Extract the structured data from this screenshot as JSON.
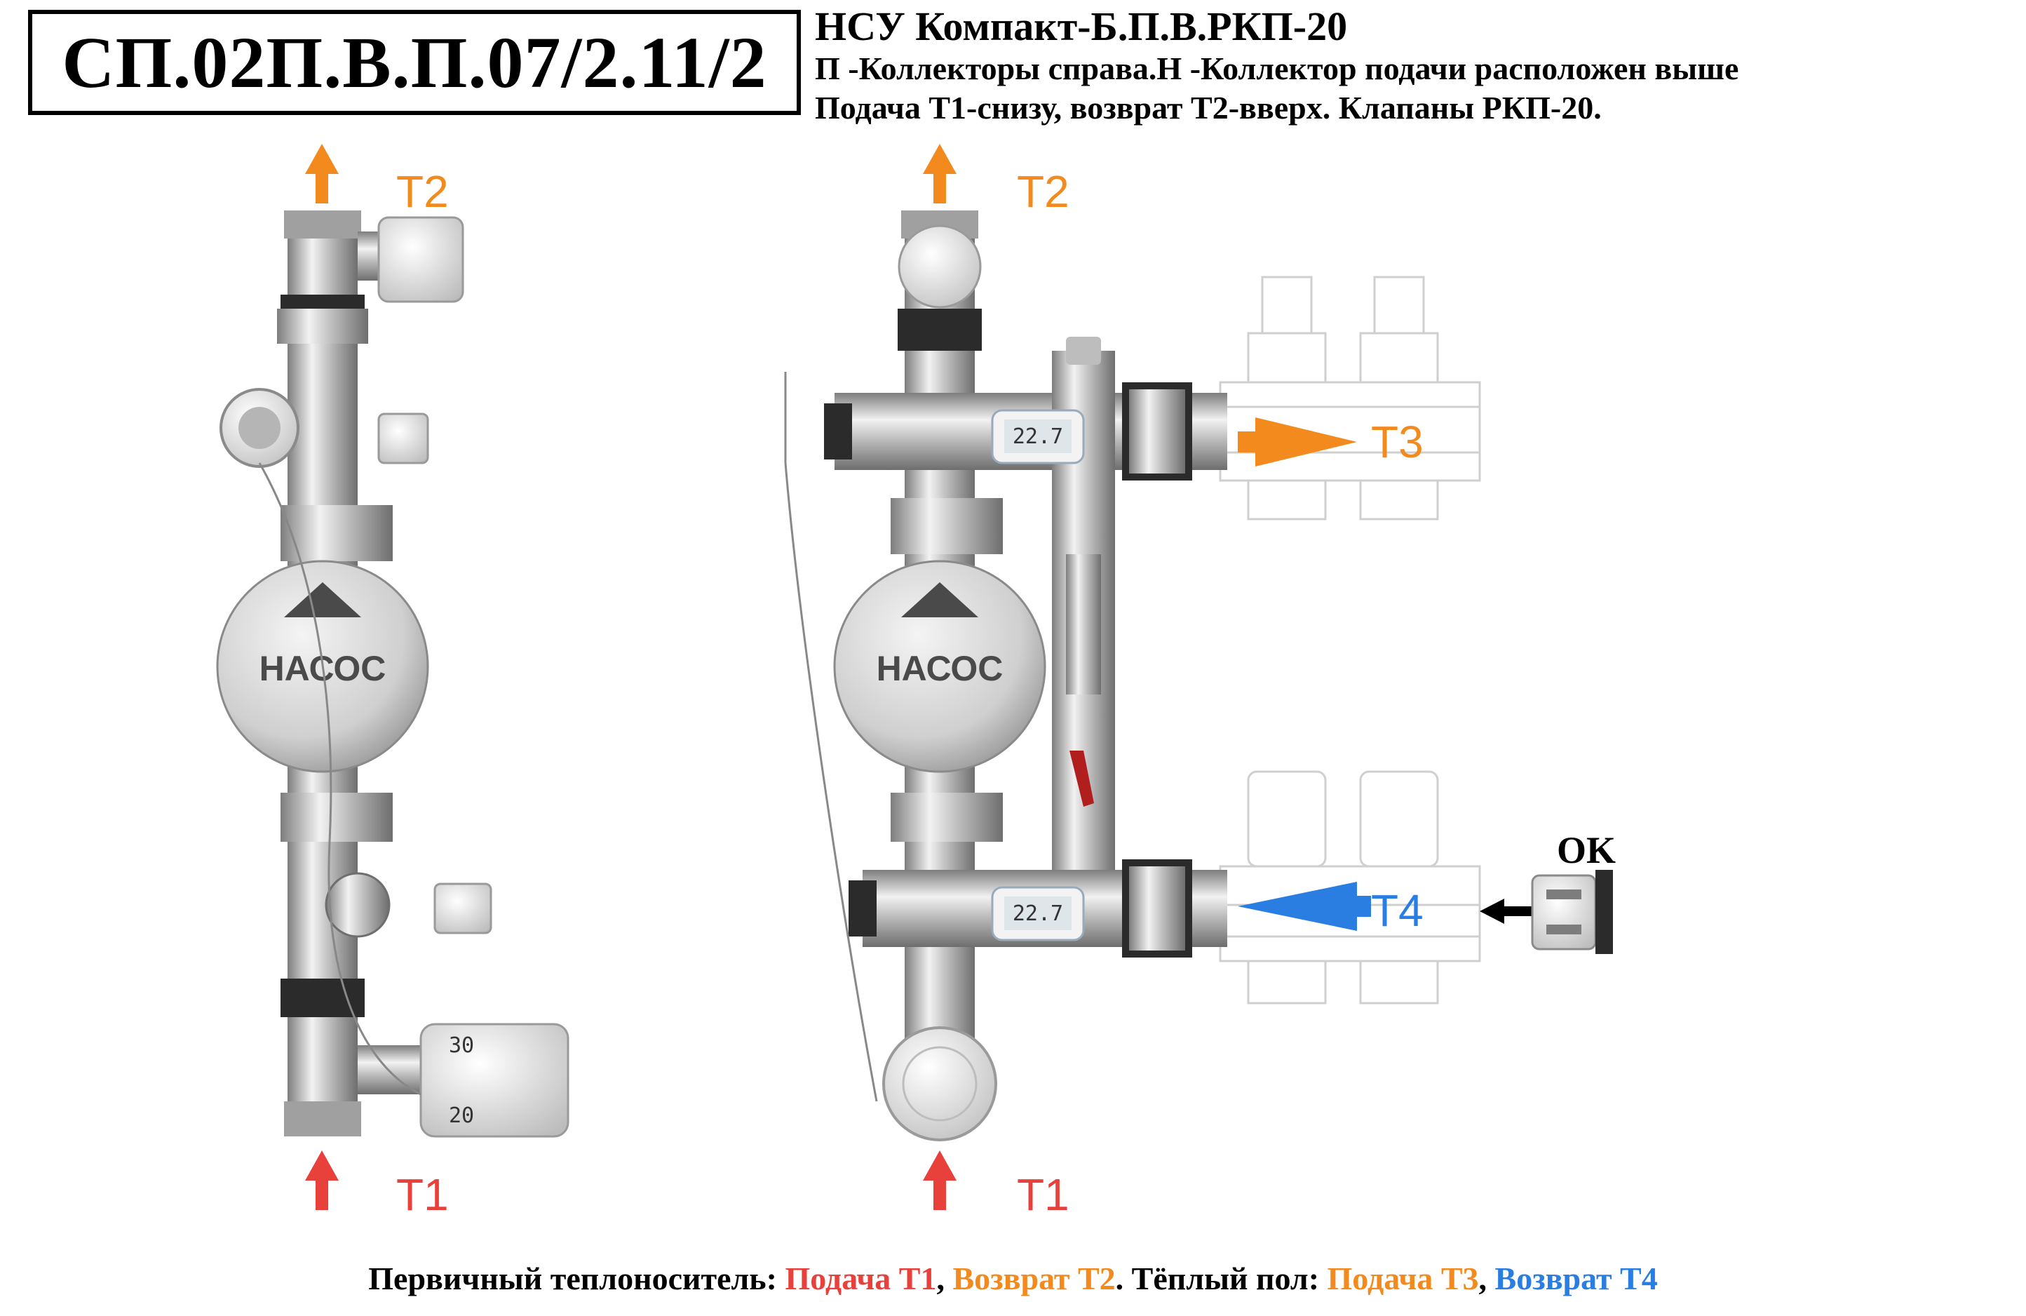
{
  "code": "СП.02П.В.П.07/2.11/2",
  "title": {
    "line1": "НСУ Компакт-Б.П.В.РКП-20",
    "line2": "П -Коллекторы справа.Н -Коллектор подачи расположен выше",
    "line3": "Подача Т1-снизу, возврат Т2-вверх. Клапаны РКП-20."
  },
  "labels": {
    "t1": "T1",
    "t2": "T2",
    "t3": "T3",
    "t4": "T4",
    "pump": "НАСОС",
    "ok": "OK",
    "thermo_display": "22.7",
    "dial_30": "30",
    "dial_20": "20"
  },
  "footer": {
    "prefix": "Первичный теплоноситель: ",
    "supply_t1": "Подача Т1",
    "sep1": ", ",
    "return_t2": "Возврат Т2",
    "middle": ". Тёплый пол: ",
    "supply_t3": "Подача Т3",
    "sep2": ", ",
    "return_t4": "Возврат Т4"
  },
  "colors": {
    "t1_red": "#e8413c",
    "t2_orange": "#f28a1e",
    "t3_orange": "#f28a1e",
    "t4_blue": "#2a7de1",
    "metal": "#c9c9c9",
    "ghost": "#d4d4d4"
  }
}
